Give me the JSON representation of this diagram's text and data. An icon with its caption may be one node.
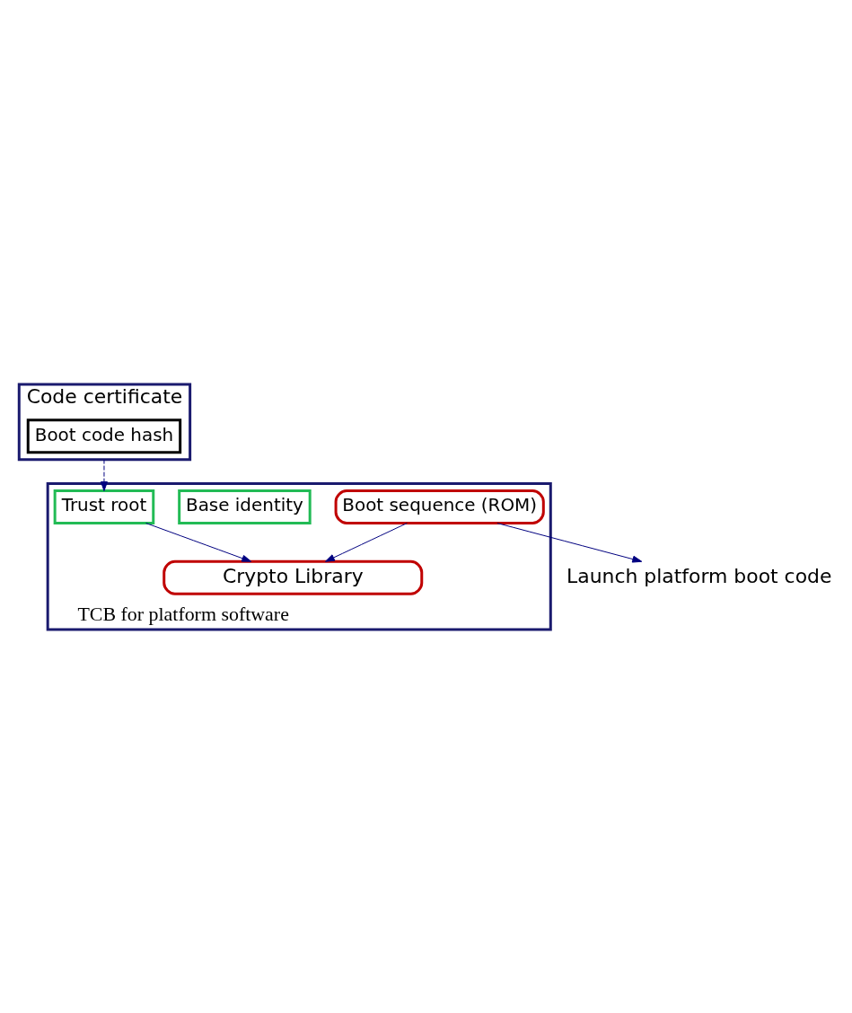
{
  "diagram": {
    "nodes": [
      {
        "text": [
          "Code certificate"
        ]
      },
      {
        "text": [
          "Boot code hash"
        ],
        "in": 0
      },
      {
        "text": [
          "TCB for platform software"
        ]
      },
      {
        "text": [
          "Trust root"
        ],
        "in": 2
      },
      {
        "text": [
          "Base identity"
        ],
        "in": 2
      },
      {
        "text": [
          "Crypto Library"
        ],
        "in": 2
      },
      {
        "text": [
          "Boot sequence (ROM)"
        ],
        "in": 2
      },
      {
        "text": [
          "Launch platform boot code"
        ]
      }
    ],
    "edges": [
      {
        "from": 0,
        "to": 3,
        "arrow": "to",
        "style": "dashed"
      },
      {
        "from": 3,
        "to": 5,
        "arrow": "to"
      },
      {
        "from": 6,
        "to": 5,
        "arrow": "to"
      },
      {
        "from": 6,
        "to": 7,
        "arrow": "to"
      }
    ]
  }
}
